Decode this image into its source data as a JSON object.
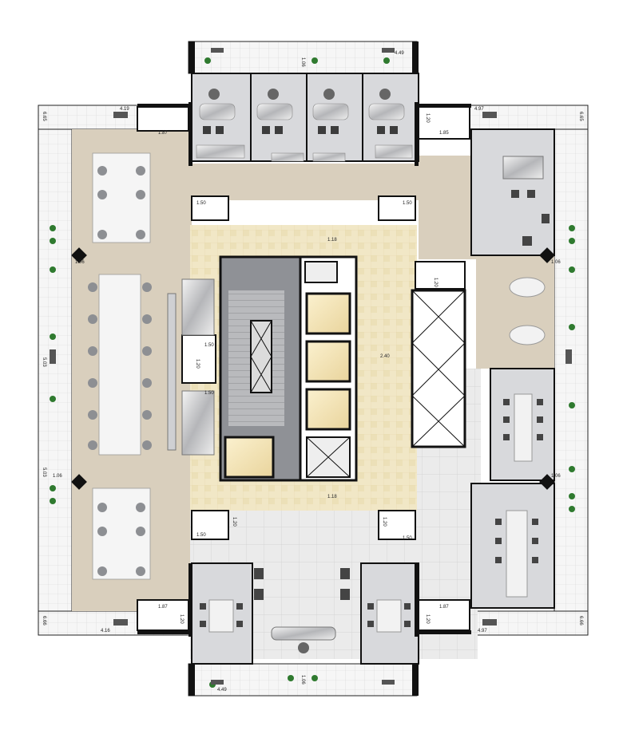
{
  "plan": {
    "dimensions": {
      "d_4_19": "4.19",
      "d_4_49_top": "4.49",
      "d_1_06_top": "1.06",
      "d_4_97_top": "4.97",
      "d_6_65_tl": "6.65",
      "d_6_65_tr": "6.65",
      "d_1_87_tl": "1.87",
      "d_1_20_tr": "1.20",
      "d_1_85": "1.85",
      "d_1_50_a": "1.50",
      "d_1_50_b": "1.50",
      "d_1_18_top": "1.18",
      "d_1_06_left": "1.06",
      "d_1_20_mid": "1.20",
      "d_1_50_c": "1.50",
      "d_1_20_c": "1.20",
      "d_1_50_d": "1.50",
      "d_2_40": "2.40",
      "d_5_03_a": "5.03",
      "d_5_03_b": "5.03",
      "d_1_06_l2": "1.06",
      "d_1_06_r": "1.06",
      "d_1_06_r2": "1.06",
      "d_1_18_bot": "1.18",
      "d_1_50_e": "1.50",
      "d_1_50_f": "1.50",
      "d_1_20_e": "1.20",
      "d_1_20_f": "1.20",
      "d_1_87_bl": "1.87",
      "d_1_20_bl": "1.20",
      "d_1_87_br": "1.87",
      "d_1_20_br": "1.20",
      "d_4_16": "4.16",
      "d_4_97_bot": "4.97",
      "d_6_66_l": "6.66",
      "d_6_66_r": "6.66",
      "d_4_49_bot": "4.49",
      "d_1_06_bot": "1.06"
    },
    "colors": {
      "floor_beige": "#d9cfbd",
      "hall_light": "#f1e7c6",
      "core_gray": "#8f9196",
      "wall": "#111111",
      "terrace": "#f6f6f6",
      "office_gray": "#c9cacd",
      "plant": "#2f7a2f"
    }
  }
}
